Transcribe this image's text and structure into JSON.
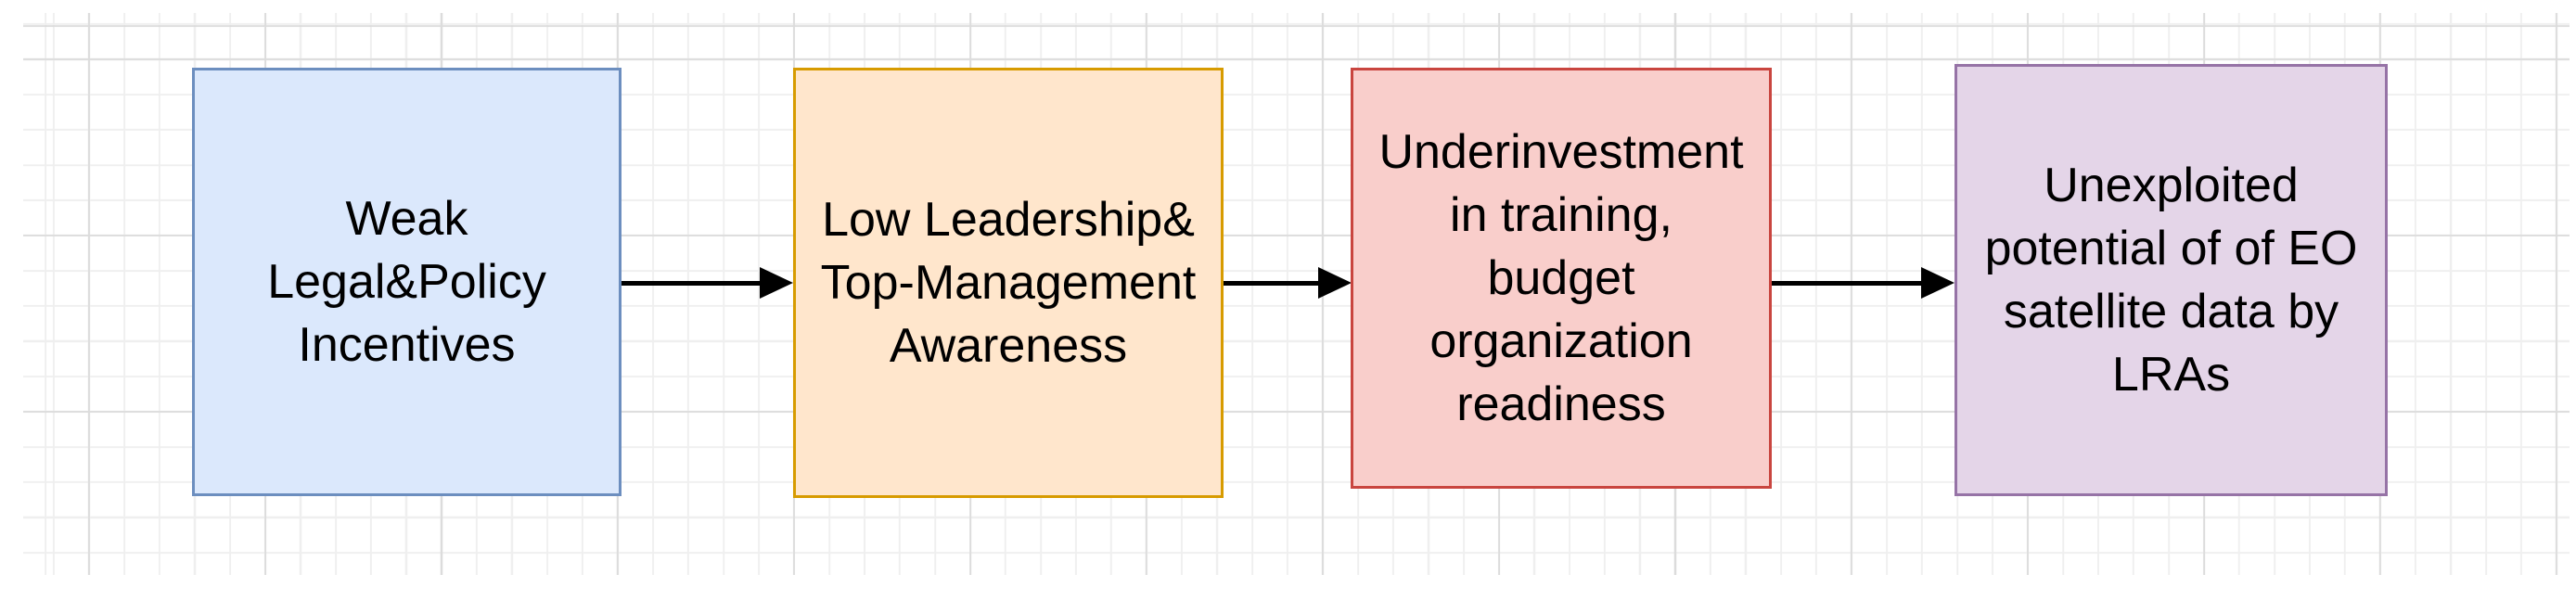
{
  "diagram": {
    "background": {
      "canvas_color": "#ffffff",
      "grid_minor_color": "#efefef",
      "grid_major_color": "#dcdcdc"
    },
    "arrow_color": "#000000",
    "nodes": [
      {
        "id": "weak-legal-policy-incentives",
        "label": "Weak\nLegal&Policy\nIncentives",
        "fill": "#dbe8fc",
        "border": "#6c8ebf"
      },
      {
        "id": "low-leadership-top-management-awareness",
        "label": "Low Leadership&\nTop-Management\nAwareness",
        "fill": "#ffe6cc",
        "border": "#d79b00"
      },
      {
        "id": "underinvestment-training-budget-readiness",
        "label": "Underinvestment\nin training,\nbudget\norganization\nreadiness",
        "fill": "#f9cecb",
        "border": "#c9453f"
      },
      {
        "id": "unexploited-eo-satellite-potential",
        "label": "Unexploited\npotential of of EO\nsatellite data by\nLRAs",
        "fill": "#e4d5e8",
        "border": "#9673a6"
      }
    ],
    "connectors": [
      {
        "from": "weak-legal-policy-incentives",
        "to": "low-leadership-top-management-awareness"
      },
      {
        "from": "low-leadership-top-management-awareness",
        "to": "underinvestment-training-budget-readiness"
      },
      {
        "from": "underinvestment-training-budget-readiness",
        "to": "unexploited-eo-satellite-potential"
      }
    ]
  }
}
